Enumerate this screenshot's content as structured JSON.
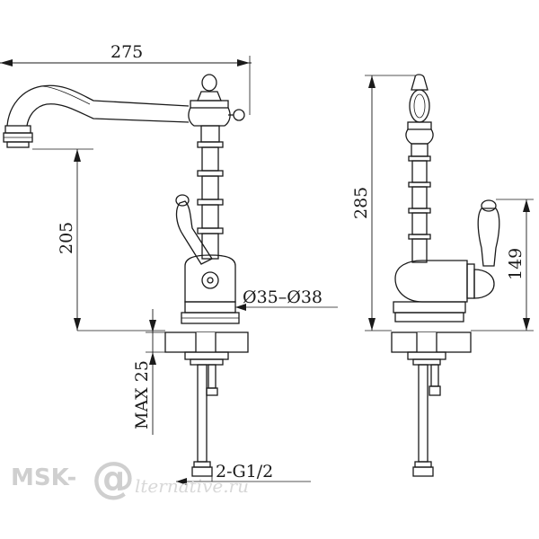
{
  "dimensions": {
    "width": "275",
    "spout_height": "205",
    "total_height": "285",
    "handle_height": "149",
    "base_diameter": "Ø35–Ø38",
    "max_thickness": "MAX 25",
    "connection": "2-G1/2"
  },
  "watermark": {
    "brand": "MSK-",
    "at_sign": "@",
    "domain": "lternative.ru"
  },
  "colors": {
    "line": "#1a1a1a",
    "watermark": "#cfcfcf"
  }
}
